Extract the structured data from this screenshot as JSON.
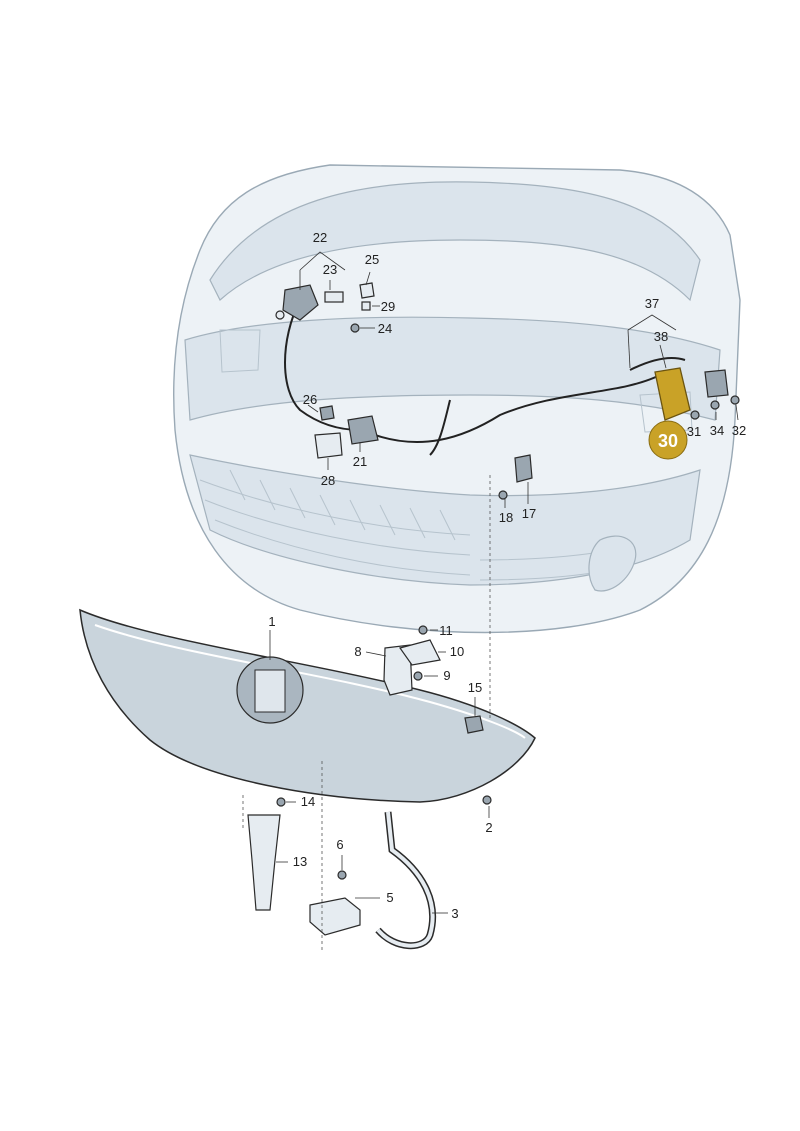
{
  "callouts": {
    "c1": "1",
    "c2": "2",
    "c3": "3",
    "c5": "5",
    "c6": "6",
    "c8": "8",
    "c9": "9",
    "c10": "10",
    "c11": "11",
    "c13": "13",
    "c14": "14",
    "c15": "15",
    "c17": "17",
    "c18": "18",
    "c21": "21",
    "c22": "22",
    "c23": "23",
    "c24": "24",
    "c25": "25",
    "c26": "26",
    "c28": "28",
    "c29": "29",
    "c31": "31",
    "c32": "32",
    "c34": "34",
    "c37": "37",
    "c38": "38"
  },
  "highlight": {
    "label": "30",
    "color": "#c9a227"
  },
  "colors": {
    "car_body": "#edf2f6",
    "trim_panel": "#c9d4dc",
    "outline": "#2b2b2b"
  }
}
